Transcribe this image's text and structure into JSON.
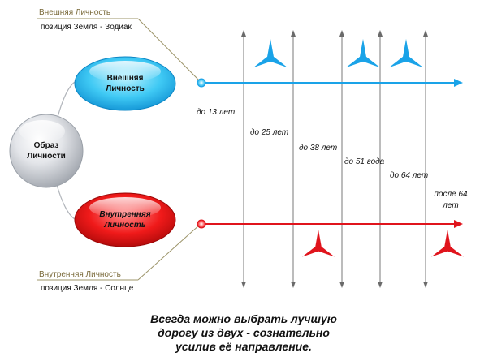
{
  "outer": {
    "title": "Внешняя Личность",
    "subtitle": "позиция Земля - Зодиак",
    "node_line1": "Внешняя",
    "node_line2": "Личность",
    "color": "#1aa3e8"
  },
  "inner": {
    "title": "Внутренняя Личность",
    "subtitle": "позиция Земля - Солнце",
    "node_line1": "Внутренняя",
    "node_line2": "Личность",
    "color": "#e0141c"
  },
  "center": {
    "line1": "Образ",
    "line2": "Личности"
  },
  "ages": [
    {
      "label": "до 13 лет"
    },
    {
      "label": "до 25 лет"
    },
    {
      "label": "до 38 лет"
    },
    {
      "label": "до 51 года"
    },
    {
      "label": "до 64 лет"
    },
    {
      "label_line1": "после  64",
      "label_line2": "лет"
    }
  ],
  "caption": {
    "line1": "Всегда можно выбрать лучшую",
    "line2": "дорогу из двух - сознательно",
    "line3": "усилив её направление."
  },
  "icons": {
    "marker": "tri-star-icon",
    "arrow": "arrowhead-icon"
  }
}
